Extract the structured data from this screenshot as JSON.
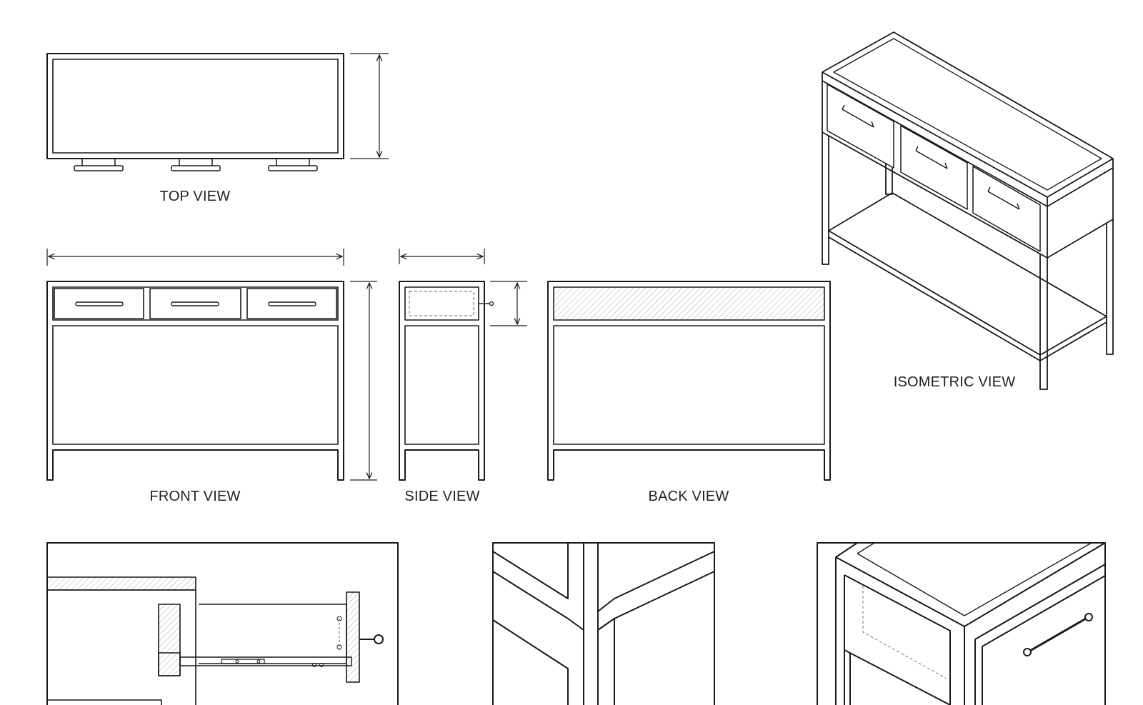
{
  "views": {
    "top": "TOP VIEW",
    "front": "FRONT VIEW",
    "side": "SIDE VIEW",
    "back": "BACK VIEW",
    "isometric": "ISOMETRIC VIEW"
  },
  "colors": {
    "line": "#1a1a1a",
    "hatch": "#9a9a9a",
    "background": "#ffffff"
  }
}
